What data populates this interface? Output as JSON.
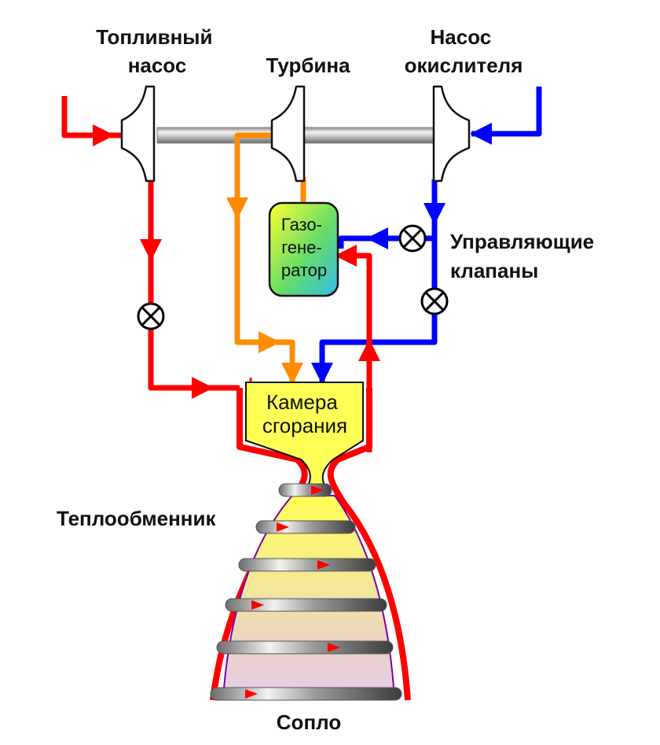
{
  "labels": {
    "fuel_pump": [
      "Топливный",
      "насос"
    ],
    "turbine": "Турбина",
    "oxidizer_pump": [
      "Насос",
      "окислителя"
    ],
    "gas_generator": [
      "Газо-",
      "гене-",
      "ратор"
    ],
    "control_valves": [
      "Управляющие",
      "клапаны"
    ],
    "combustion_chamber": [
      "Камера",
      "сгорания"
    ],
    "heat_exchanger": "Теплообменник",
    "nozzle": "Сопло"
  },
  "colors": {
    "fuel": "#ff0000",
    "oxidizer": "#0000ff",
    "turbine_exhaust": "#ff8c00",
    "chamber_fill": "#ffff55",
    "valve_symbol": "#000000"
  }
}
